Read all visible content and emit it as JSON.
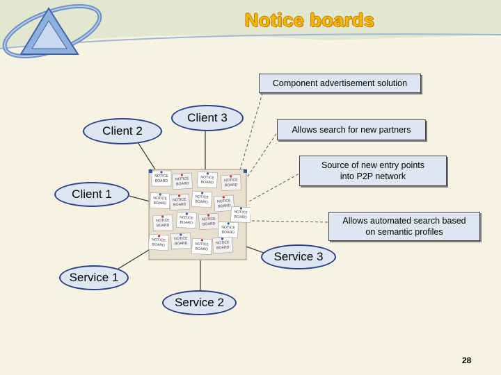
{
  "title": "Notice boards",
  "clients": {
    "client1": "Client 1",
    "client2": "Client 2",
    "client3": "Client 3"
  },
  "services": {
    "service1": "Service 1",
    "service2": "Service 2",
    "service3": "Service 3"
  },
  "annotations": {
    "component": "Component advertisement solution",
    "search": "Allows search for new partners",
    "source_line1": "Source of new entry points",
    "source_line2": "into P2P network",
    "automated_line1": "Allows automated search based",
    "automated_line2": "on semantic profiles"
  },
  "board_note_label_line1": "NOTICE",
  "board_note_label_line2": "BOARD",
  "page_number": "28",
  "colors": {
    "title": "#f5b800",
    "ellipse_fill": "#dde6f1",
    "ellipse_border": "#2b3f88",
    "background": "#f6f3e2"
  }
}
